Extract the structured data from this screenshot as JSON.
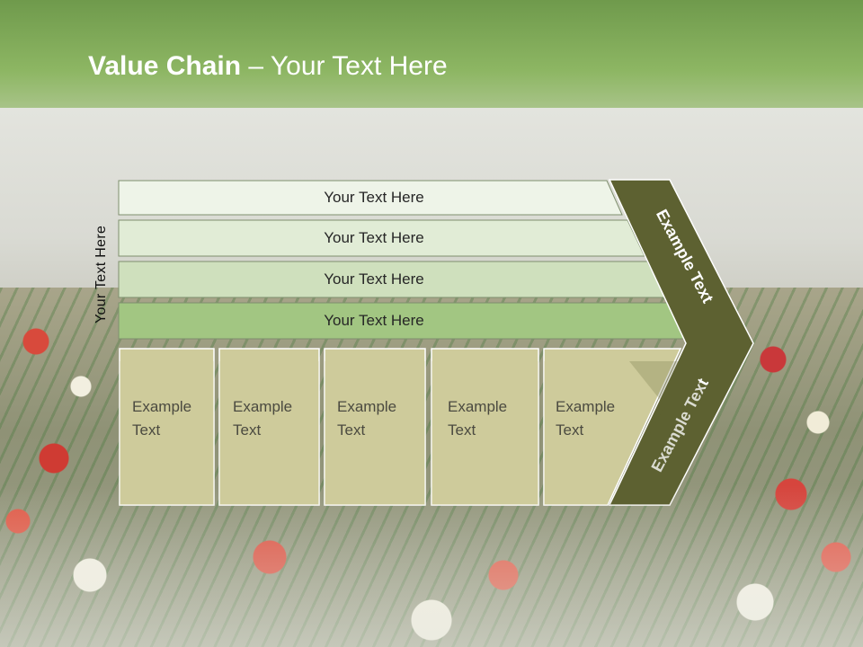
{
  "title": {
    "bold": "Value Chain",
    "rest": " – Your Text Here"
  },
  "vertical_label": "Your Text Here",
  "support_rows": [
    {
      "label": "Your Text Here",
      "color": "#eef4e8"
    },
    {
      "label": "Your Text Here",
      "color": "#e1ecd6"
    },
    {
      "label": "Your Text Here",
      "color": "#cfe0bd"
    },
    {
      "label": "Your Text Here",
      "color": "#a2c682"
    }
  ],
  "primary_boxes": [
    {
      "line1": "Example",
      "line2": "Text"
    },
    {
      "line1": "Example",
      "line2": "Text"
    },
    {
      "line1": "Example",
      "line2": "Text"
    },
    {
      "line1": "Example",
      "line2": "Text"
    },
    {
      "line1": "Example",
      "line2": "Text"
    }
  ],
  "arrow": {
    "upper_label": "Example Text",
    "lower_label": "Example Text",
    "color": "#5d6131"
  },
  "colors": {
    "box_fill": "#cecb9b",
    "box_stroke": "#ffffff",
    "row_stroke": "#7f8f6e",
    "header_green": "#8db663"
  }
}
